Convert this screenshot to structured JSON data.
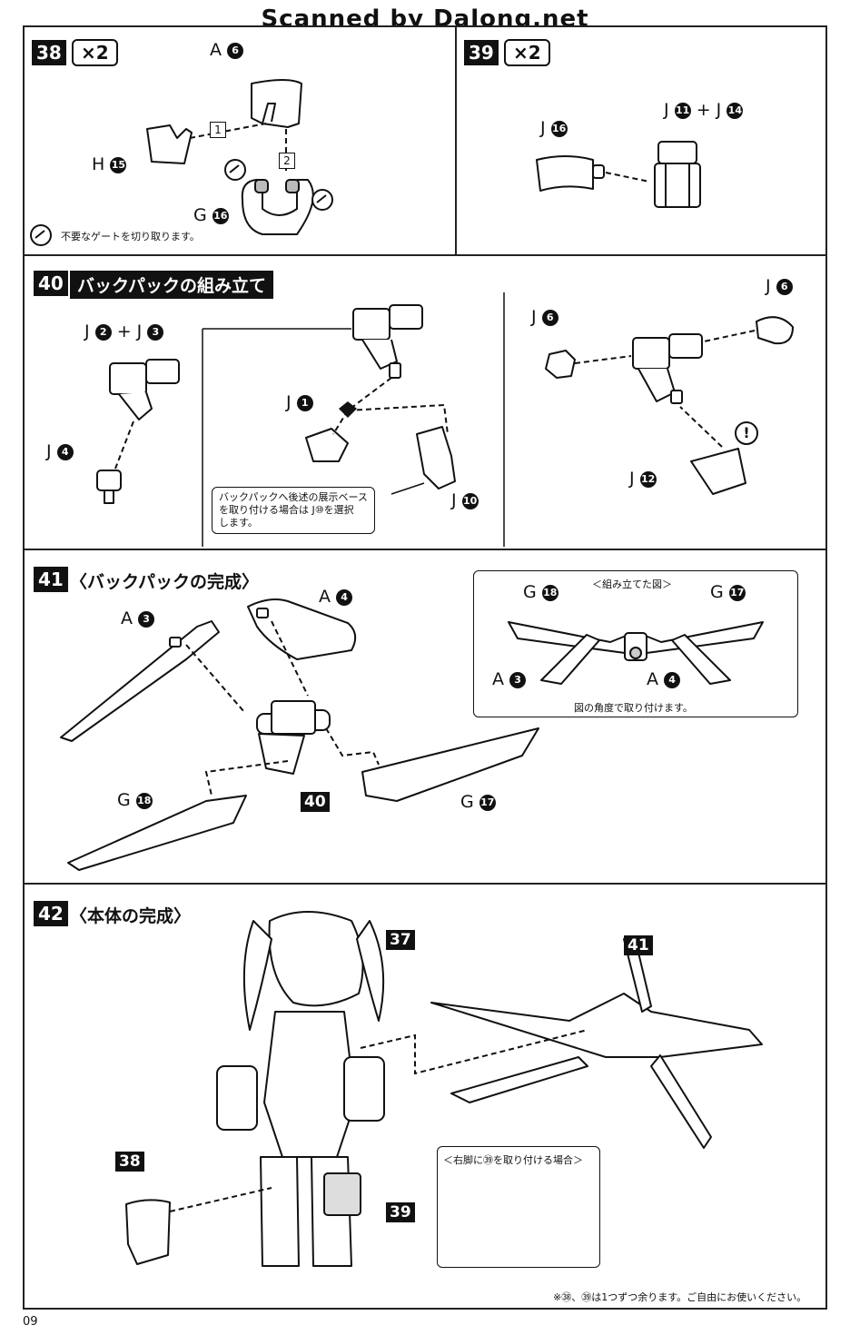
{
  "watermark": "Scanned by Dalong.net",
  "page_number": "09",
  "step38": {
    "num": "38",
    "mult": "×2",
    "labels": {
      "a6": "A",
      "a6n": "6",
      "h15": "H",
      "h15n": "15",
      "g16": "G",
      "g16n": "16",
      "seq1": "1",
      "seq2": "2"
    },
    "gate_note": "不要なゲートを切り取ります。"
  },
  "step39": {
    "num": "39",
    "mult": "×2",
    "labels": {
      "j16": "J",
      "j16n": "16",
      "j11": "J",
      "j11n": "11",
      "plus": "+",
      "j14": "J",
      "j14n": "14"
    }
  },
  "step40": {
    "num": "40",
    "title": "バックパックの組み立て",
    "labels": {
      "j2": "J",
      "j2n": "2",
      "plus": "+",
      "j3": "J",
      "j3n": "3",
      "j4": "J",
      "j4n": "4",
      "j1": "J",
      "j1n": "1",
      "j10": "J",
      "j10n": "10",
      "j6a": "J",
      "j6an": "6",
      "j6b": "J",
      "j6bn": "6",
      "j12": "J",
      "j12n": "12"
    },
    "callout": [
      "バックパックへ後述の展示ベース",
      "を取り付ける場合は J⑩を選択",
      "します。"
    ]
  },
  "step41": {
    "num": "41",
    "title": "〈バックパックの完成〉",
    "labels": {
      "a3": "A",
      "a3n": "3",
      "a4": "A",
      "a4n": "4",
      "g18": "G",
      "g18n": "18",
      "g17": "G",
      "g17n": "17",
      "ref": "40"
    },
    "inset_title": "＜組み立てた図＞",
    "inset_labels": {
      "g18": "G",
      "g18n": "18",
      "g17": "G",
      "g17n": "17",
      "a3": "A",
      "a3n": "3",
      "a4": "A",
      "a4n": "4"
    },
    "inset_caption": "図の角度で取り付けます。"
  },
  "step42": {
    "num": "42",
    "title": "〈本体の完成〉",
    "tags": {
      "t37": "37",
      "t41": "41",
      "t38": "38",
      "t39": "39"
    },
    "inset_title": "＜右脚に㊴を取り付ける場合＞",
    "footnote": "※㊳、㊴は1つずつ余ります。ご自由にお使いください。"
  }
}
